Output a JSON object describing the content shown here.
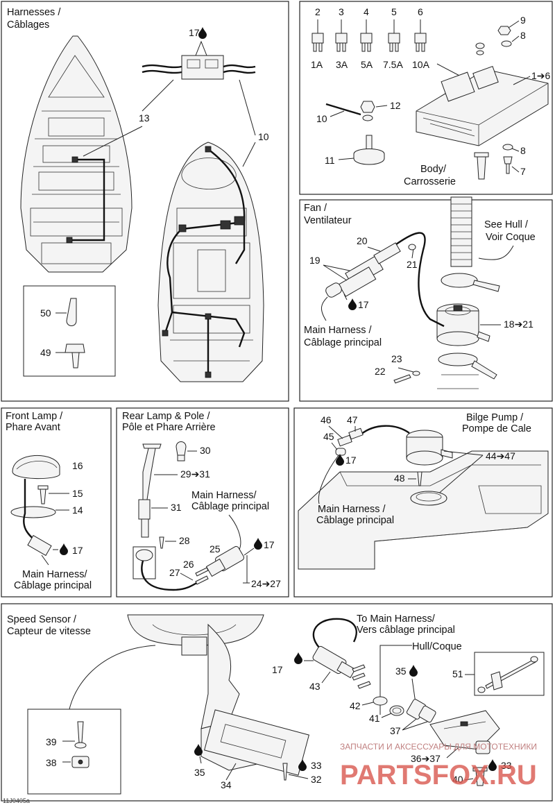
{
  "sections": {
    "harnesses": {
      "title_en": "Harnesses /",
      "title_fr": "Câblages"
    },
    "fan": {
      "title_en": "Fan /",
      "title_fr": "Ventilateur"
    },
    "front_lamp": {
      "title_en": "Front Lamp /",
      "title_fr": "Phare Avant"
    },
    "rear_lamp": {
      "title_en": "Rear Lamp & Pole /",
      "title_fr": "Pôle et Phare Arrière"
    },
    "bilge_pump": {
      "title_en": "Bilge Pump /",
      "title_fr": "Pompe de Cale"
    },
    "speed_sensor": {
      "title_en": "Speed Sensor /",
      "title_fr": "Capteur de vitesse"
    }
  },
  "fuses": [
    {
      "number": "2",
      "rating": "1A"
    },
    {
      "number": "3",
      "rating": "3A"
    },
    {
      "number": "4",
      "rating": "5A"
    },
    {
      "number": "5",
      "rating": "7.5A"
    },
    {
      "number": "6",
      "rating": "10A"
    }
  ],
  "captions": {
    "body_en": "Body/",
    "body_fr": "Carrosserie",
    "see_hull_en": "See Hull /",
    "see_hull_fr": "Voir Coque",
    "main_harness_fan_en": "Main Harness /",
    "main_harness_fan_fr": "Câblage principal",
    "main_harness_front_en": "Main Harness/",
    "main_harness_front_fr": "Câblage principal",
    "main_harness_rear_en": "Main Harness/",
    "main_harness_rear_fr": "Câblage principal",
    "main_harness_bilge_en": "Main Harness /",
    "main_harness_bilge_fr": "Câblage principal",
    "to_main_harness_en": "To Main Harness/",
    "to_main_harness_fr": "Vers câblage principal",
    "hull_coque": "Hull/Coque"
  },
  "labels": {
    "p1to6": "1➔6",
    "p7": "7",
    "p8a": "8",
    "p8b": "8",
    "p9": "9",
    "p10a": "10",
    "p10b": "10",
    "p11": "11",
    "p12": "12",
    "p13": "13",
    "p14": "14",
    "p15": "15",
    "p16": "16",
    "p17a": "17",
    "p17b": "17",
    "p17c": "17",
    "p17d": "17",
    "p17e": "17",
    "p17f": "17",
    "p18to21": "18➔21",
    "p19": "19",
    "p20": "20",
    "p21": "21",
    "p22": "22",
    "p23": "23",
    "p24to27": "24➔27",
    "p25": "25",
    "p26": "26",
    "p27": "27",
    "p28": "28",
    "p29to31": "29➔31",
    "p30": "30",
    "p31": "31",
    "p32": "32",
    "p33a": "33",
    "p33b": "33",
    "p34": "34",
    "p35a": "35",
    "p35b": "35",
    "p36to37": "36➔37",
    "p37": "37",
    "p38": "38",
    "p39": "39",
    "p40": "40",
    "p41": "41",
    "p42": "42",
    "p43": "43",
    "p44to47": "44➔47",
    "p45": "45",
    "p46": "46",
    "p47": "47",
    "p48": "48",
    "p49": "49",
    "p50": "50",
    "p51": "51"
  },
  "figure_code": "11J0405a",
  "watermark": {
    "cyrillic": "ЗАПЧАСТИ И АКСЕССУАРЫ ДЛЯ МОТОТЕХНИКИ",
    "brand": "PARTSFOX.RU"
  }
}
